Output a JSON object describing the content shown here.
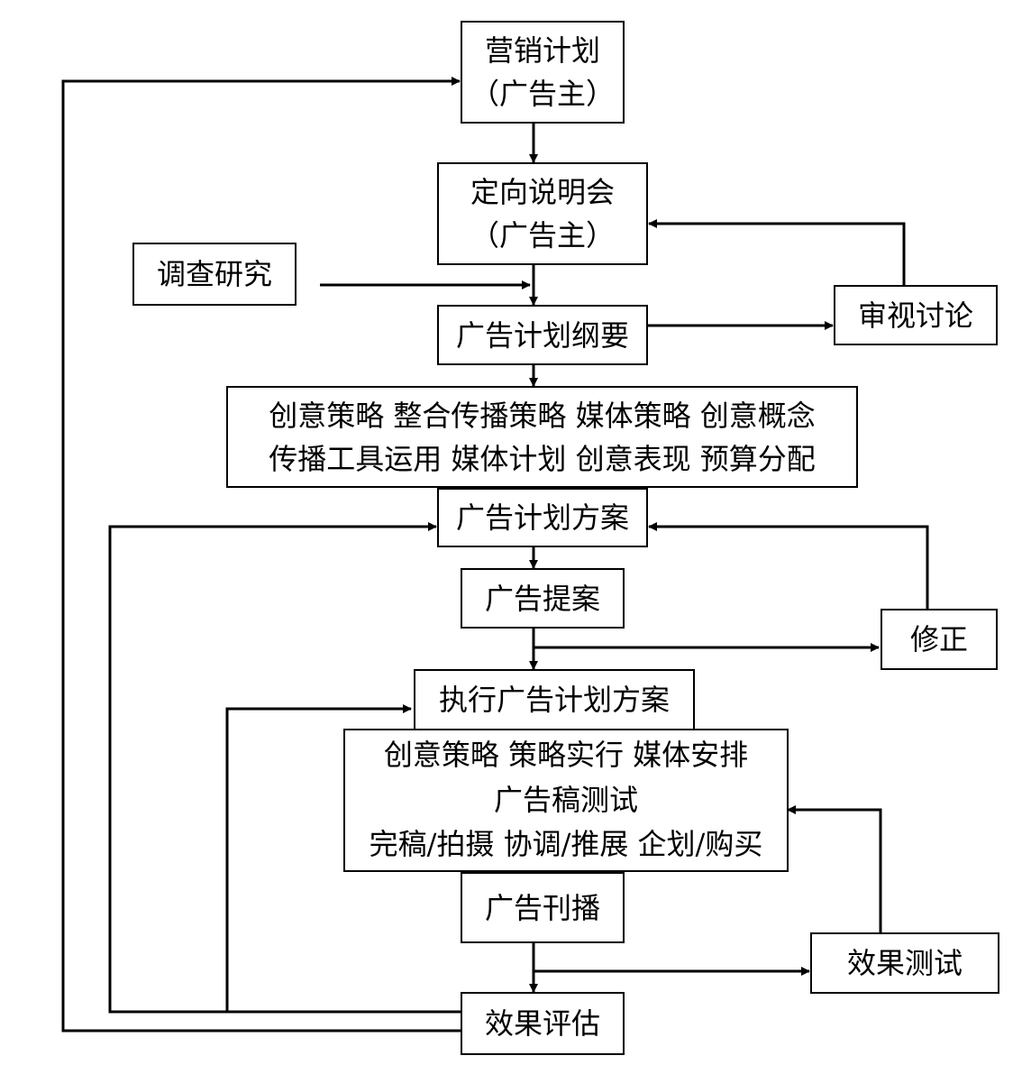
{
  "colors": {
    "line": "#000000",
    "background": "#ffffff"
  },
  "nodes": {
    "marketing_plan": {
      "line1": "营销计划",
      "line2": "（广告主）"
    },
    "orientation": {
      "line1": "定向说明会",
      "line2": "（广告主）"
    },
    "research": {
      "label": "调查研究"
    },
    "outline": {
      "label": "广告计划纲要"
    },
    "review": {
      "label": "审视讨论"
    },
    "strategy": {
      "line1": "创意策略  整合传播策略  媒体策略  创意概念",
      "line2": "传播工具运用  媒体计划  创意表现  预算分配"
    },
    "plan": {
      "label": "广告计划方案"
    },
    "proposal": {
      "label": "广告提案"
    },
    "revise": {
      "label": "修正"
    },
    "execute": {
      "label": "执行广告计划方案"
    },
    "exec_details": {
      "line1": "创意策略  策略实行  媒体安排",
      "line2": "广告稿测试",
      "line3": "完稿/拍摄  协调/推展  企划/购买"
    },
    "broadcast": {
      "label": "广告刊播"
    },
    "effect_test": {
      "label": "效果测试"
    },
    "evaluation": {
      "label": "效果评估"
    }
  }
}
